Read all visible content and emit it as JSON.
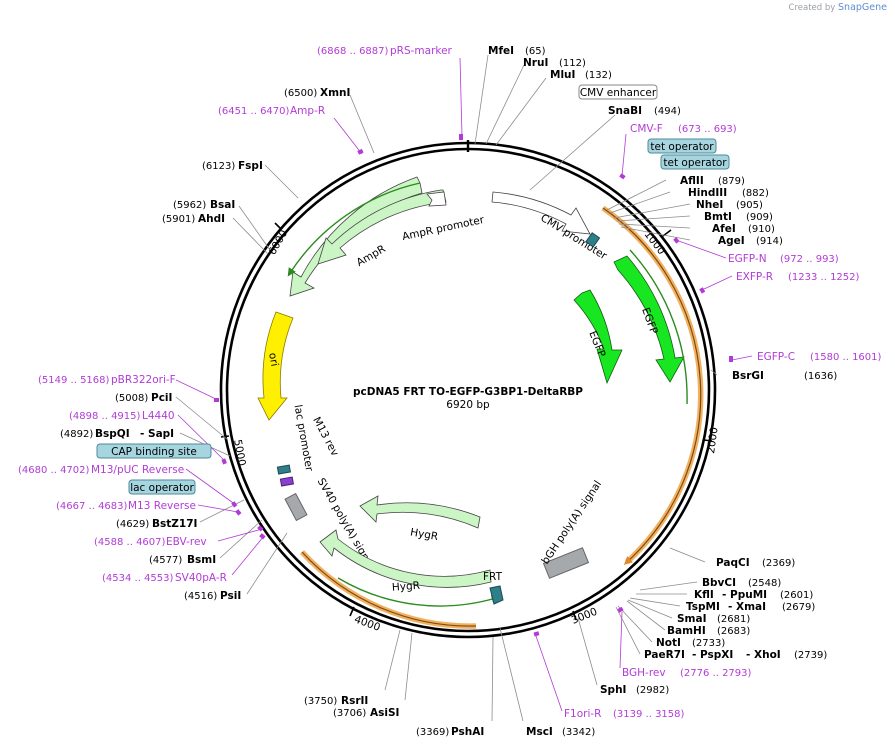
{
  "branding": {
    "prefix": "Created by",
    "name": "SnapGene"
  },
  "plasmid": {
    "name": "pcDNA5 FRT TO-EGFP-G3BP1-DeltaRBP",
    "size_label": "6920 bp"
  },
  "ticks": [
    "1000",
    "2000",
    "3000",
    "4000",
    "5000",
    "6000"
  ],
  "features": [
    {
      "name": "AmpR",
      "label": "AmpR"
    },
    {
      "name": "AmpR promoter",
      "label": "AmpR promoter"
    },
    {
      "name": "CMV promoter",
      "label": "CMV promoter"
    },
    {
      "name": "EGFP-1",
      "label": "EGFP"
    },
    {
      "name": "EGFP-2",
      "label": "EGFP"
    },
    {
      "name": "ori",
      "label": "ori"
    },
    {
      "name": "lac promoter",
      "label": "lac promoter"
    },
    {
      "name": "M13 rev",
      "label": "M13 rev"
    },
    {
      "name": "SV40 poly(A) signal",
      "label": "SV40 poly(A) signal"
    },
    {
      "name": "HygR-1",
      "label": "HygR"
    },
    {
      "name": "HygR-2",
      "label": "HygR"
    },
    {
      "name": "FRT",
      "label": "FRT"
    },
    {
      "name": "bGH poly(A) signal",
      "label": "bGH poly(A) signal"
    }
  ],
  "boxed": [
    {
      "label": "CMV enhancer"
    },
    {
      "label": "tet operator"
    },
    {
      "label": "tet operator"
    },
    {
      "label": "CAP binding site"
    },
    {
      "label": "lac operator"
    }
  ],
  "sites": [
    {
      "name": "MfeI",
      "pos": "(65)"
    },
    {
      "name": "NruI",
      "pos": "(112)"
    },
    {
      "name": "MluI",
      "pos": "(132)"
    },
    {
      "name": "SnaBI",
      "pos": "(494)"
    },
    {
      "name": "AflII",
      "pos": "(879)"
    },
    {
      "name": "HindIII",
      "pos": "(882)"
    },
    {
      "name": "NheI",
      "pos": "(905)"
    },
    {
      "name": "BmtI",
      "pos": "(909)"
    },
    {
      "name": "AfeI",
      "pos": "(910)"
    },
    {
      "name": "AgeI",
      "pos": "(914)"
    },
    {
      "name": "BsrGI",
      "pos": "(1636)"
    },
    {
      "name": "PaqCI",
      "pos": "(2369)"
    },
    {
      "name": "BbvCI",
      "pos": "(2548)"
    },
    {
      "name": "KflI",
      "suffix": "- PpuMI",
      "pos": "(2601)"
    },
    {
      "name": "TspMI",
      "suffix": "- XmaI",
      "pos": "(2679)"
    },
    {
      "name": "SmaI",
      "pos": "(2681)"
    },
    {
      "name": "BamHI",
      "pos": "(2683)"
    },
    {
      "name": "NotI",
      "pos": "(2733)"
    },
    {
      "name": "PaeR7I",
      "suffix": "- PspXI",
      "suffix2": "- XhoI",
      "pos": "(2739)"
    },
    {
      "name": "SphI",
      "pos": "(2982)"
    },
    {
      "name": "MscI",
      "pos": "(3342)"
    },
    {
      "name": "PshAI",
      "pos": "(3369)"
    },
    {
      "name": "AsiSI",
      "pos": "(3706)"
    },
    {
      "name": "RsrII",
      "pos": "(3750)"
    },
    {
      "name": "PsiI",
      "pos": "(4516)"
    },
    {
      "name": "BsmI",
      "pos": "(4577)"
    },
    {
      "name": "BstZ17I",
      "pos": "(4629)"
    },
    {
      "name": "BspQI",
      "suffix": "- SapI",
      "pos": "(4892)"
    },
    {
      "name": "PciI",
      "pos": "(5008)"
    },
    {
      "name": "AhdI",
      "pos": "(5901)"
    },
    {
      "name": "BsaI",
      "pos": "(5962)"
    },
    {
      "name": "FspI",
      "pos": "(6123)"
    },
    {
      "name": "XmnI",
      "pos": "(6500)"
    }
  ],
  "primers": [
    {
      "name": "pRS-marker",
      "range": "(6868 .. 6887)"
    },
    {
      "name": "Amp-R",
      "range": "(6451 .. 6470)"
    },
    {
      "name": "CMV-F",
      "range": "(673 .. 693)"
    },
    {
      "name": "EGFP-N",
      "range": "(972 .. 993)"
    },
    {
      "name": "EXFP-R",
      "range": "(1233 .. 1252)"
    },
    {
      "name": "EGFP-C",
      "range": "(1580 .. 1601)"
    },
    {
      "name": "BGH-rev",
      "range": "(2776 .. 2793)"
    },
    {
      "name": "F1ori-R",
      "range": "(3139 .. 3158)"
    },
    {
      "name": "SV40pA-R",
      "range": "(4534 .. 4553)"
    },
    {
      "name": "EBV-rev",
      "range": "(4588 .. 4607)"
    },
    {
      "name": "M13 Reverse",
      "range": "(4667 .. 4683)"
    },
    {
      "name": "M13/pUC Reverse",
      "range": "(4680 .. 4702)"
    },
    {
      "name": "L4440",
      "range": "(4898 .. 4915)"
    },
    {
      "name": "pBR322ori-F",
      "range": "(5149 .. 5168)"
    }
  ],
  "colors": {
    "backbone": "#000000",
    "amp": "#ccf5c6",
    "egfp": "#18e620",
    "ori": "#ffef00",
    "orange": "#f2b15f",
    "primer": "#b23bd6",
    "teal": "#2f7f8a",
    "gray": "#a6a9ac"
  }
}
